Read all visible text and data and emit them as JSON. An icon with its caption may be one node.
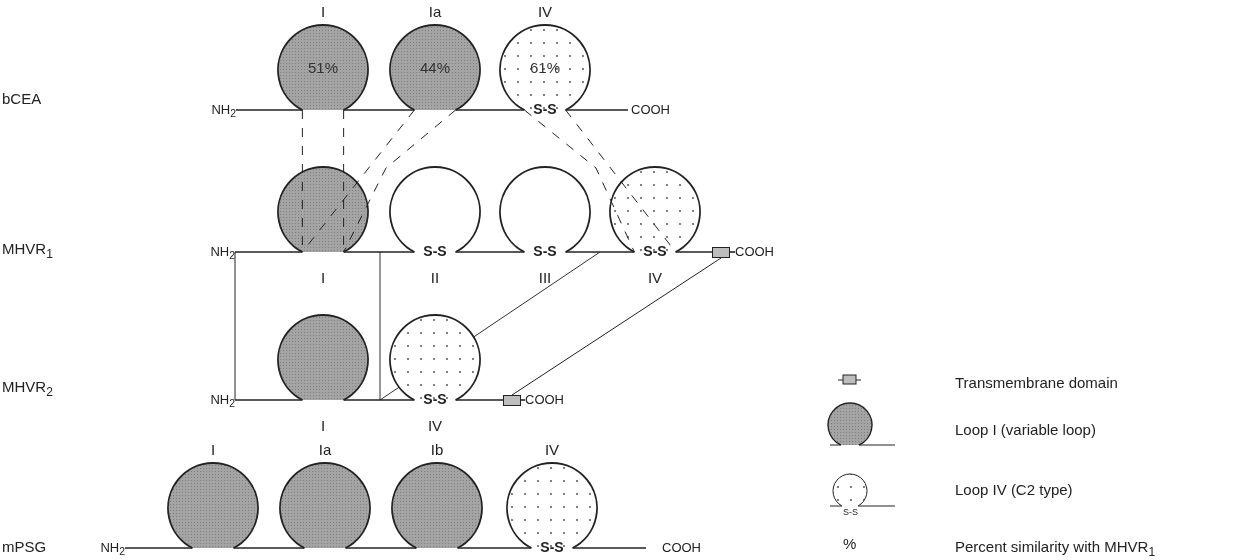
{
  "diagram": {
    "nodes": [
      {
        "text": [
          "NH$_{2}$"
        ]
      },
      {
        "text": [
          "I",
          "51%"
        ]
      },
      {
        "text": [
          "Ia",
          "44%"
        ]
      },
      {
        "text": [
          "IV",
          "61%",
          "S-S"
        ]
      },
      {
        "text": [
          "COOH"
        ]
      },
      {
        "text": [
          "NH$_{2}$"
        ]
      },
      {
        "text": [
          "I"
        ]
      },
      {
        "text": [
          "S-S",
          "II"
        ]
      },
      {
        "text": [
          "S-S",
          "III"
        ]
      },
      {
        "text": [
          "S-S",
          "IV"
        ]
      },
      {
        "text": [],
        "shape": "box"
      },
      {
        "text": [
          "COOH"
        ]
      },
      {
        "text": [
          "NH$_{2}$"
        ]
      },
      {
        "text": [
          "I"
        ]
      },
      {
        "text": [
          "S-S",
          "IV"
        ]
      },
      {
        "text": [],
        "shape": "box"
      },
      {
        "text": [
          "COOH"
        ]
      },
      {
        "text": [
          "NH$_{2}$"
        ]
      },
      {
        "text": [
          "I"
        ]
      },
      {
        "text": [
          "Ia"
        ]
      },
      {
        "text": [
          "Ib"
        ]
      },
      {
        "text": [
          "IV",
          "S-S"
        ]
      },
      {
        "text": [
          "COOH"
        ]
      }
    ],
    "edges": [
      {
        "from": 0,
        "to": 1,
        "arrow": "none"
      },
      {
        "from": 1,
        "to": 2,
        "arrow": "none"
      },
      {
        "from": 2,
        "to": 3,
        "arrow": "none"
      },
      {
        "from": 3,
        "to": 4,
        "arrow": "none"
      },
      {
        "from": 1,
        "to": 6,
        "arrow": "none",
        "style": "dashed"
      },
      {
        "from": 2,
        "to": 6,
        "arrow": "none",
        "style": "dashed"
      },
      {
        "from": 3,
        "to": 9,
        "arrow": "none",
        "style": "dashed"
      },
      {
        "from": 5,
        "to": 6,
        "arrow": "none"
      },
      {
        "from": 6,
        "to": 7,
        "arrow": "none"
      },
      {
        "from": 7,
        "to": 8,
        "arrow": "none"
      },
      {
        "from": 8,
        "to": 9,
        "arrow": "none"
      },
      {
        "from": 9,
        "to": 10,
        "arrow": "none"
      },
      {
        "from": 10,
        "to": 11,
        "arrow": "none"
      },
      {
        "from": 5,
        "to": 12,
        "arrow": "none"
      },
      {
        "from": 10,
        "to": 15,
        "arrow": "none"
      },
      {
        "from": 12,
        "to": 13,
        "arrow": "none"
      },
      {
        "from": 13,
        "to": 14,
        "arrow": "none"
      },
      {
        "from": 14,
        "to": 15,
        "arrow": "none"
      },
      {
        "from": 15,
        "to": 16,
        "arrow": "none"
      },
      {
        "from": 17,
        "to": 18,
        "arrow": "none"
      },
      {
        "from": 18,
        "to": 19,
        "arrow": "none"
      },
      {
        "from": 19,
        "to": 20,
        "arrow": "none"
      },
      {
        "from": 20,
        "to": 21,
        "arrow": "none"
      },
      {
        "from": 21,
        "to": 22,
        "arrow": "none"
      }
    ],
    "labels": [
      "bCEA",
      "MHVR$_{1}$",
      "MHVR$_{2}$",
      "mPSG",
      "S-S",
      "%"
    ],
    "legend": [
      {
        "text": "Transmembrane domain"
      },
      {
        "text": "Loop I (variable loop)"
      },
      {
        "text": "Loop IV (C2 type)"
      },
      {
        "text": "Percent similarity with MHVR$_{1}$"
      }
    ]
  }
}
